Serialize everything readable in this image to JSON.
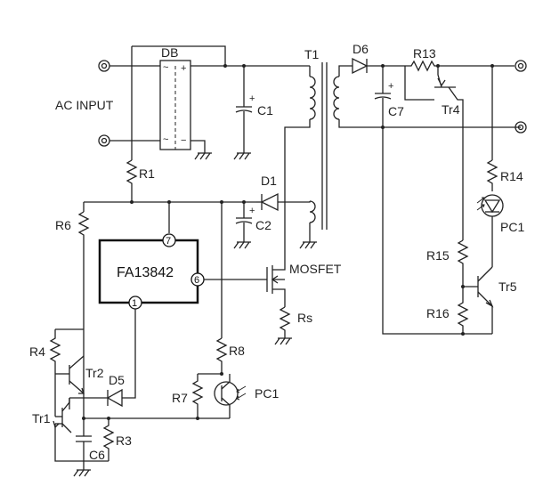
{
  "labels": {
    "ac_input": "AC INPUT",
    "db": "DB",
    "ic": "FA13842",
    "pin7": "7",
    "pin6": "6",
    "pin1": "1",
    "mosfet": "MOSFET",
    "t1": "T1",
    "c1": "C1",
    "c2": "C2",
    "c6": "C6",
    "c7": "C7",
    "d1": "D1",
    "d5": "D5",
    "d6": "D6",
    "r1": "R1",
    "r3": "R3",
    "r4": "R4",
    "r6": "R6",
    "r7": "R7",
    "r8": "R8",
    "r13": "R13",
    "r14": "R14",
    "r15": "R15",
    "r16": "R16",
    "rs": "Rs",
    "tr1": "Tr1",
    "tr2": "Tr2",
    "tr4": "Tr4",
    "tr5": "Tr5",
    "pc1_primary": "PC1",
    "pc1_secondary": "PC1",
    "db_tilde_top": "~",
    "db_plus": "+",
    "db_tilde_bottom": "~",
    "db_minus": "−",
    "c1_plus": "+",
    "c2_plus": "+",
    "c7_plus": "+"
  }
}
